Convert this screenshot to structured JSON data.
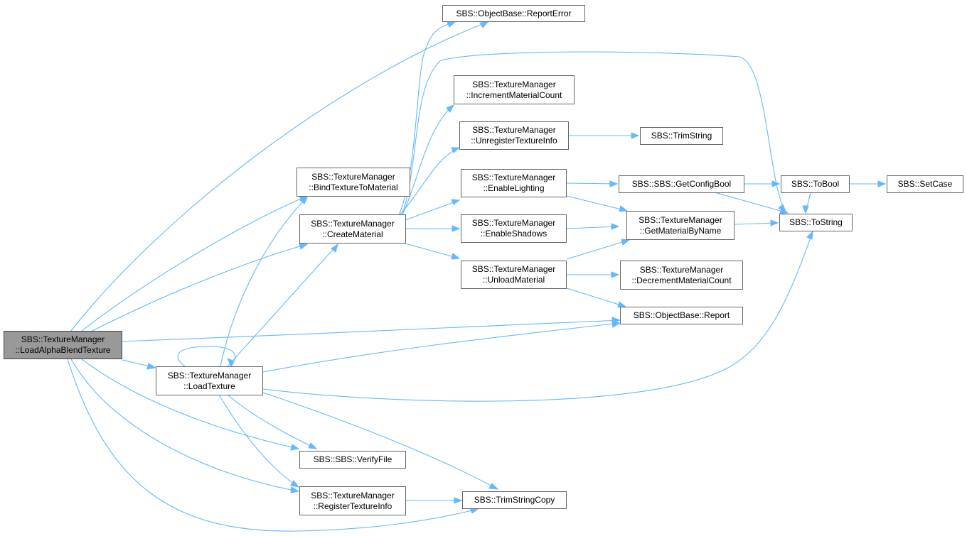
{
  "nodes": {
    "load_alpha": [
      "SBS::TextureManager",
      "::LoadAlphaBlendTexture"
    ],
    "report_error": [
      "SBS::ObjectBase::ReportError"
    ],
    "increment_count": [
      "SBS::TextureManager",
      "::IncrementMaterialCount"
    ],
    "unregister_info": [
      "SBS::TextureManager",
      "::UnregisterTextureInfo"
    ],
    "trim_string": [
      "SBS::TrimString"
    ],
    "bind_texture": [
      "SBS::TextureManager",
      "::BindTextureToMaterial"
    ],
    "enable_lighting": [
      "SBS::TextureManager",
      "::EnableLighting"
    ],
    "get_config_bool": [
      "SBS::SBS::GetConfigBool"
    ],
    "to_bool": [
      "SBS::ToBool"
    ],
    "set_case": [
      "SBS::SetCase"
    ],
    "create_material": [
      "SBS::TextureManager",
      "::CreateMaterial"
    ],
    "enable_shadows": [
      "SBS::TextureManager",
      "::EnableShadows"
    ],
    "get_material_by_name": [
      "SBS::TextureManager",
      "::GetMaterialByName"
    ],
    "to_string": [
      "SBS::ToString"
    ],
    "unload_material": [
      "SBS::TextureManager",
      "::UnloadMaterial"
    ],
    "decrement_count": [
      "SBS::TextureManager",
      "::DecrementMaterialCount"
    ],
    "report": [
      "SBS::ObjectBase::Report"
    ],
    "load_texture": [
      "SBS::TextureManager",
      "::LoadTexture"
    ],
    "verify_file": [
      "SBS::SBS::VerifyFile"
    ],
    "register_info": [
      "SBS::TextureManager",
      "::RegisterTextureInfo"
    ],
    "trim_string_copy": [
      "SBS::TrimStringCopy"
    ]
  },
  "colors": {
    "edge": "#63b8ff",
    "root_fill": "#999999",
    "node_border": "#666666"
  }
}
